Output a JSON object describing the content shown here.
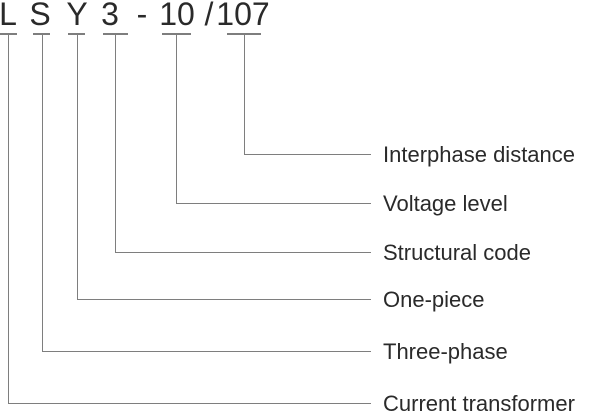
{
  "diagram": {
    "name": "transformer-model-designation-breakdown",
    "code_parts": [
      {
        "text": "L"
      },
      {
        "text": "S"
      },
      {
        "text": "Y"
      },
      {
        "text": "3"
      },
      {
        "text": "-"
      },
      {
        "text": "10"
      },
      {
        "text": "/"
      },
      {
        "text": "107"
      }
    ],
    "mappings": [
      {
        "code": "107",
        "label": "Interphase distance"
      },
      {
        "code": "10",
        "label": "Voltage level"
      },
      {
        "code": "3",
        "label": "Structural code"
      },
      {
        "code": "Y",
        "label": "One-piece"
      },
      {
        "code": "S",
        "label": "Three-phase"
      },
      {
        "code": "L",
        "label": "Current transformer"
      }
    ],
    "colors": {
      "line": "#7e7e7e",
      "text": "#2a2a2a"
    }
  }
}
